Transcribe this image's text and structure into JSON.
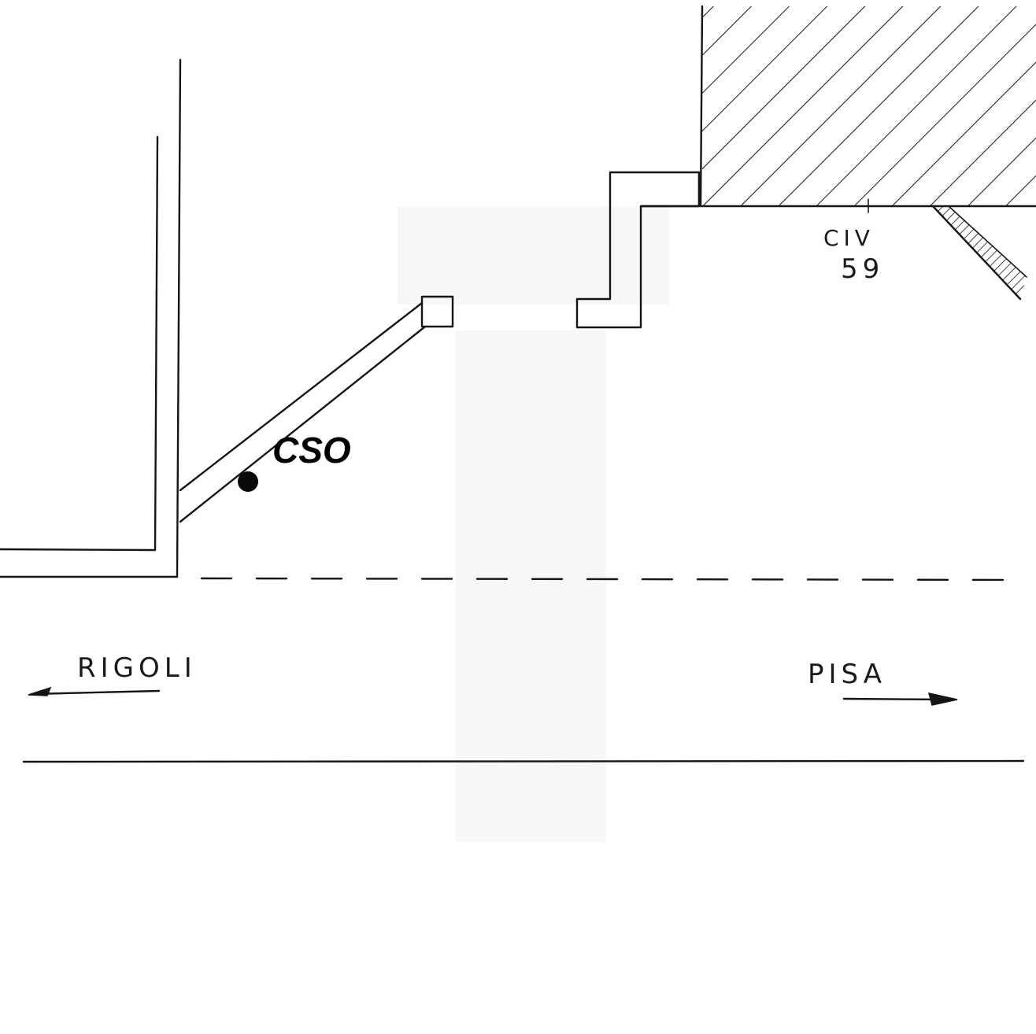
{
  "labels": {
    "cso": "CSO",
    "civ_line1": "CIV",
    "civ_line2": "59",
    "left_direction": "RIGOLI",
    "right_direction": "PISA"
  },
  "colors": {
    "ink": "#151515",
    "paper": "#ffffff",
    "scan_shadow": "#f6f6f6"
  }
}
